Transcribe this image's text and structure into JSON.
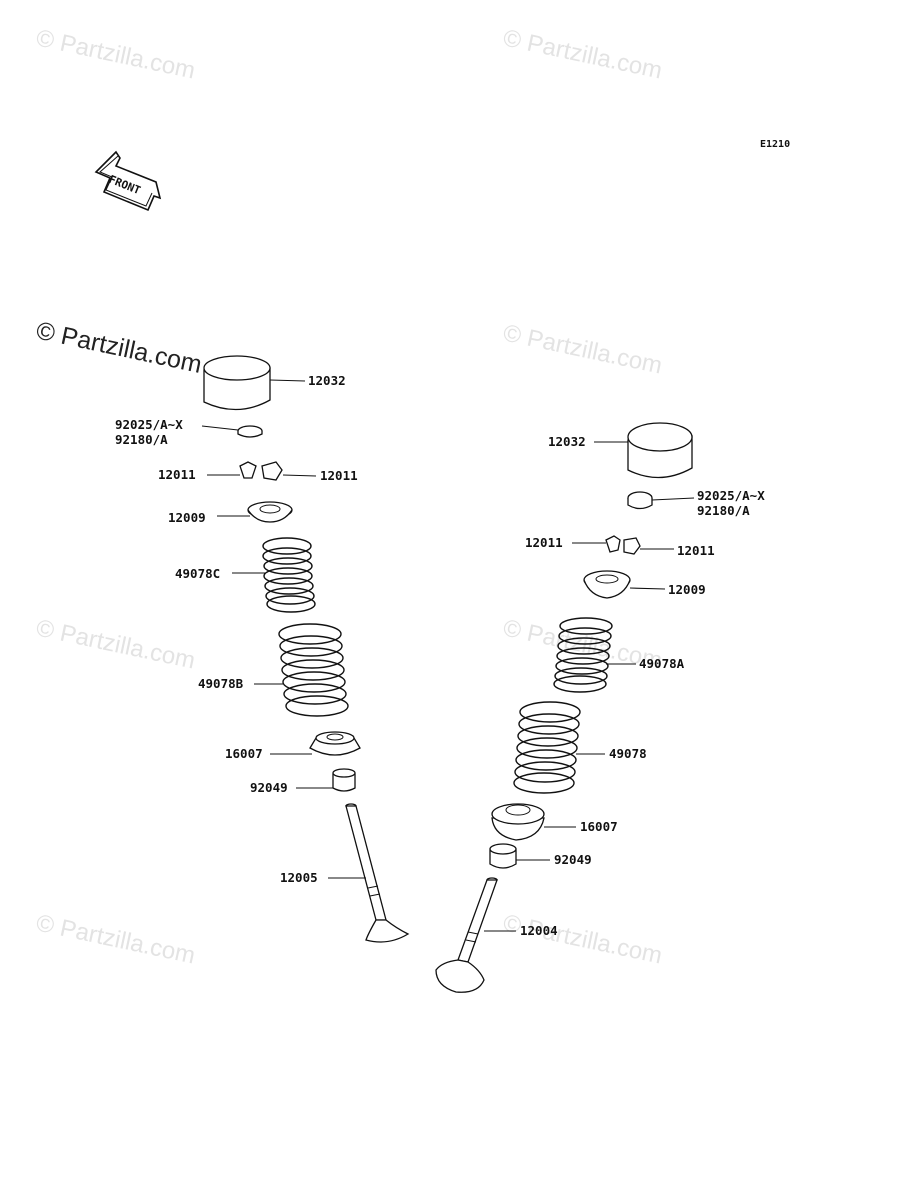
{
  "diagram": {
    "code": "E1210",
    "front_marker": "FRONT",
    "watermarks": [
      "© Partzilla.com",
      "© Partzilla.com",
      "© Partzilla.com",
      "© Partzilla.com",
      "© Partzilla.com",
      "© Partzilla.com",
      "© Partzilla.com",
      "© Partzilla.com"
    ],
    "left_labels": {
      "tappet": "12032",
      "shim_1": "92025/A~X",
      "shim_2": "92180/A",
      "keeper_a": "12011",
      "keeper_b": "12011",
      "retainer": "12009",
      "spring_inner": "49078C",
      "spring_outer": "49078B",
      "seat": "16007",
      "seal": "92049",
      "valve": "12005"
    },
    "right_labels": {
      "tappet": "12032",
      "shim_1": "92025/A~X",
      "shim_2": "92180/A",
      "keeper_a": "12011",
      "keeper_b": "12011",
      "retainer": "12009",
      "spring_inner": "49078A",
      "spring_outer": "49078",
      "seat": "16007",
      "seal": "92049",
      "valve": "12004"
    }
  }
}
